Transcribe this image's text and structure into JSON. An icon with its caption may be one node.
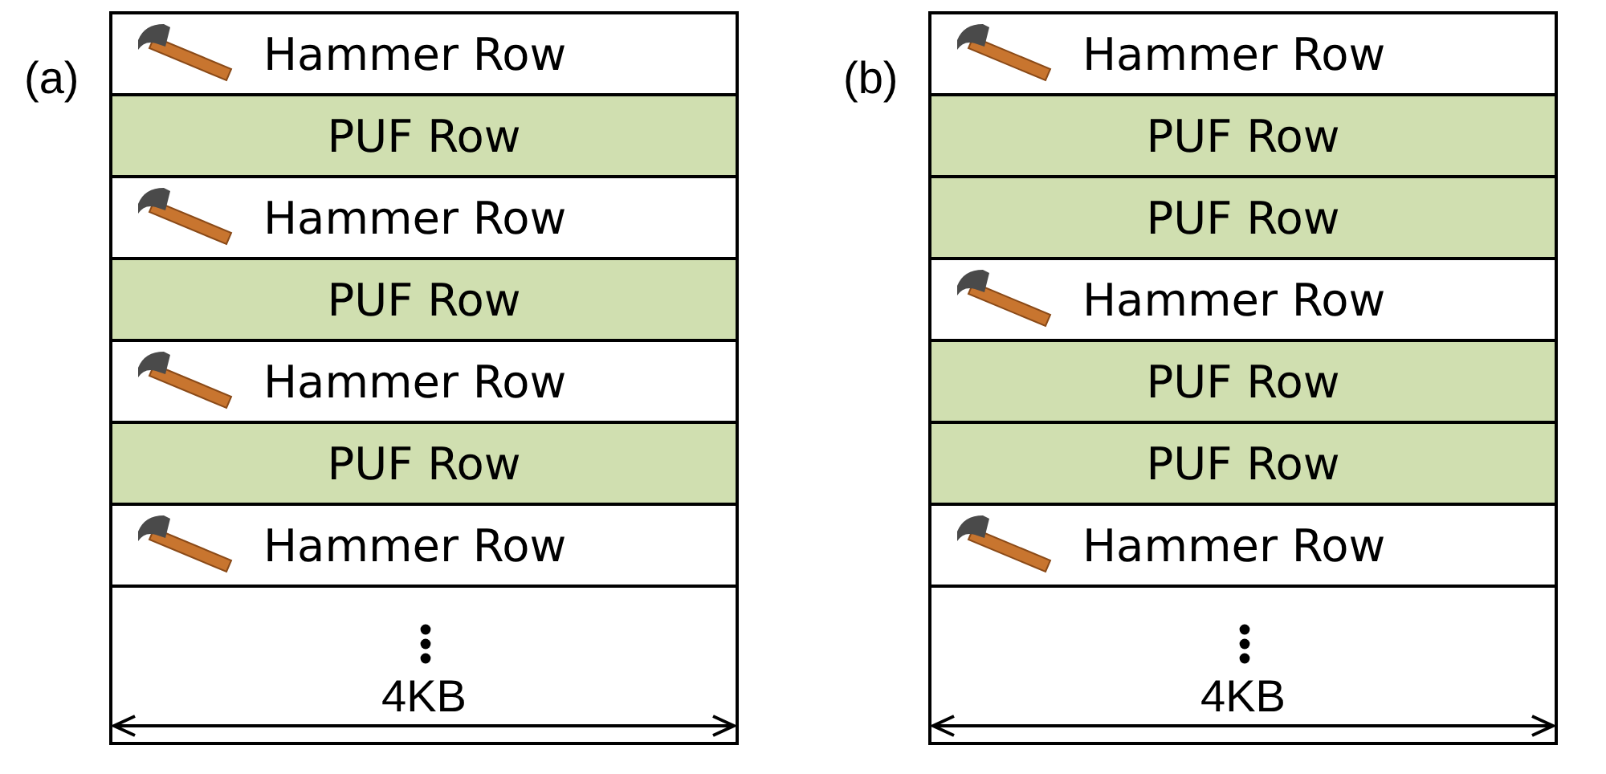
{
  "diagram": {
    "nodes": [
      {
        "text": [
          "(a)"
        ]
      },
      {
        "text": [
          "Hammer Row"
        ],
        "in": 0
      },
      {
        "text": [
          "PUF Row"
        ],
        "in": 0
      },
      {
        "text": [
          "Hammer Row"
        ],
        "in": 0
      },
      {
        "text": [
          "PUF Row"
        ],
        "in": 0
      },
      {
        "text": [
          "Hammer Row"
        ],
        "in": 0
      },
      {
        "text": [
          "PUF Row"
        ],
        "in": 0
      },
      {
        "text": [
          "Hammer Row"
        ],
        "in": 0
      },
      {
        "text": [],
        "shape": "box",
        "in": 0
      },
      {
        "text": [
          "(b)"
        ]
      },
      {
        "text": [
          "Hammer Row"
        ],
        "in": 9
      },
      {
        "text": [
          "PUF Row"
        ],
        "in": 9
      },
      {
        "text": [
          "PUF Row"
        ],
        "in": 9
      },
      {
        "text": [
          "Hammer Row"
        ],
        "in": 9
      },
      {
        "text": [
          "PUF Row"
        ],
        "in": 9
      },
      {
        "text": [
          "PUF Row"
        ],
        "in": 9
      },
      {
        "text": [
          "Hammer Row"
        ],
        "in": 9
      },
      {
        "text": [],
        "shape": "box",
        "in": 9
      }
    ],
    "labels": [
      "4KB",
      "4KB"
    ]
  }
}
